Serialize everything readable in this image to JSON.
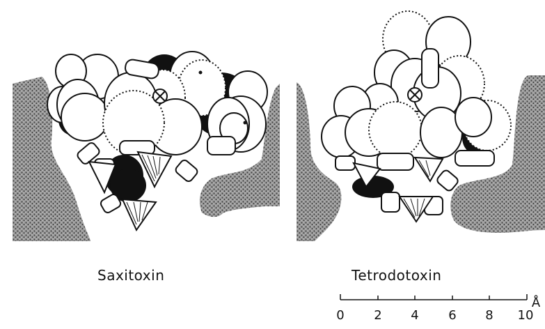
{
  "panels": [
    {
      "label": "Saxitoxin"
    },
    {
      "label": "Tetrodotoxin"
    }
  ],
  "scale_bar": {
    "ticks": [
      "0",
      "2",
      "4",
      "6",
      "8",
      "10"
    ],
    "unit": "Å"
  },
  "colors": {
    "ink": "#111111",
    "membrane": "#8a8a8a",
    "atom_fill": "#ffffff"
  }
}
